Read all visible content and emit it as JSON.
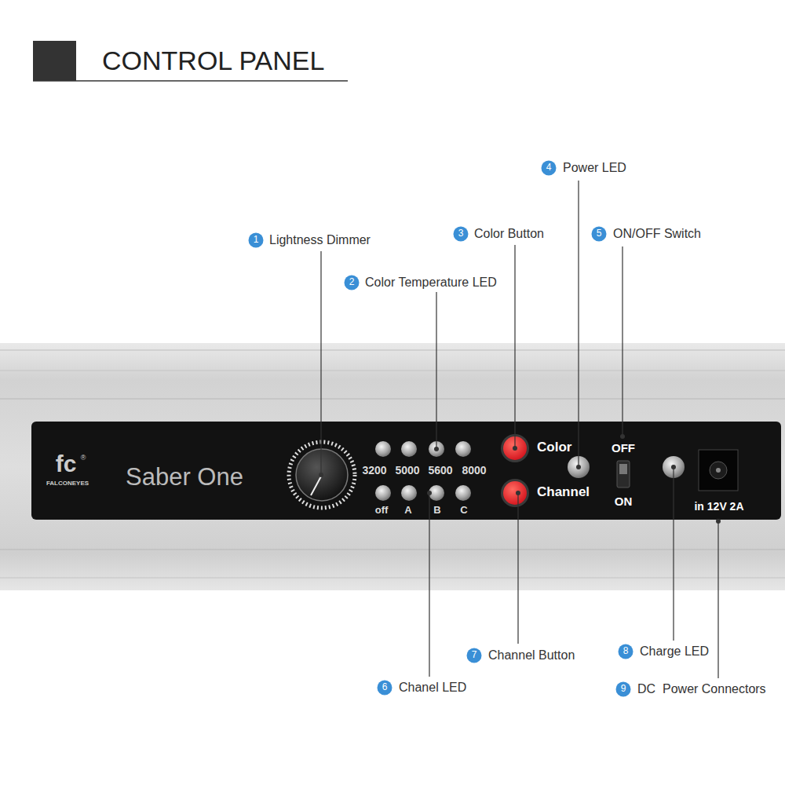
{
  "diagram": {
    "title": "CONTROL PANEL",
    "nodes": [
      {
        "text": [
          "fc",
          "®",
          "FALCONEYES",
          "Saber One",
          "3200",
          "5000",
          "5600",
          "8000",
          "off",
          "A",
          "B",
          "C",
          "Color",
          "Channel",
          "OFF",
          "ON",
          "in 12V 2A"
        ]
      }
    ],
    "labels": [
      "1",
      "Lightness Dimmer",
      "2",
      "Color Temperature LED",
      "3",
      "Color Button",
      "4",
      "Power LED",
      "5",
      "ON/OFF Switch",
      "6",
      "Chanel LED",
      "7",
      "Channel Button",
      "8",
      "Charge LED",
      "9",
      "DC  Power Connectors"
    ]
  }
}
